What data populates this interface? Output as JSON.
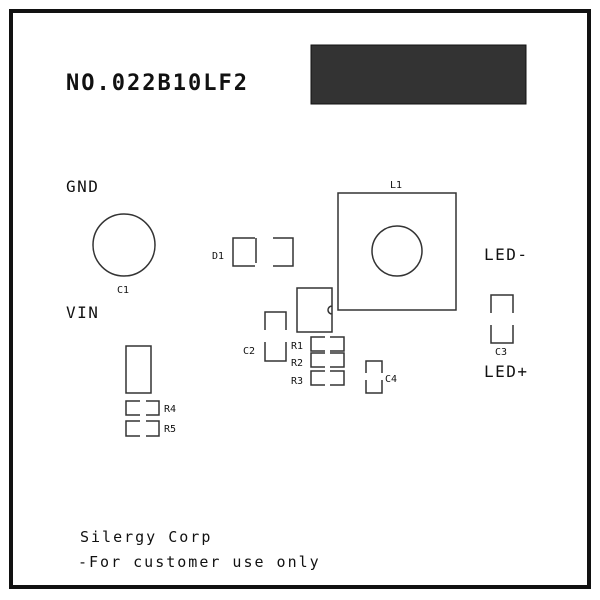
{
  "board": {
    "part_number": "NO.022B10LF2",
    "labels": {
      "gnd": "GND",
      "vin": "VIN",
      "led_minus": "LED-",
      "led_plus": "LED+"
    },
    "components": {
      "c1": "C1",
      "c2": "C2",
      "c3": "C3",
      "c4": "C4",
      "d1": "D1",
      "l1": "L1",
      "r1": "R1",
      "r2": "R2",
      "r3": "R3",
      "r4": "R4",
      "r5": "R5"
    },
    "footer": {
      "line1": "Silergy Corp",
      "line2": "-For customer use only"
    }
  }
}
